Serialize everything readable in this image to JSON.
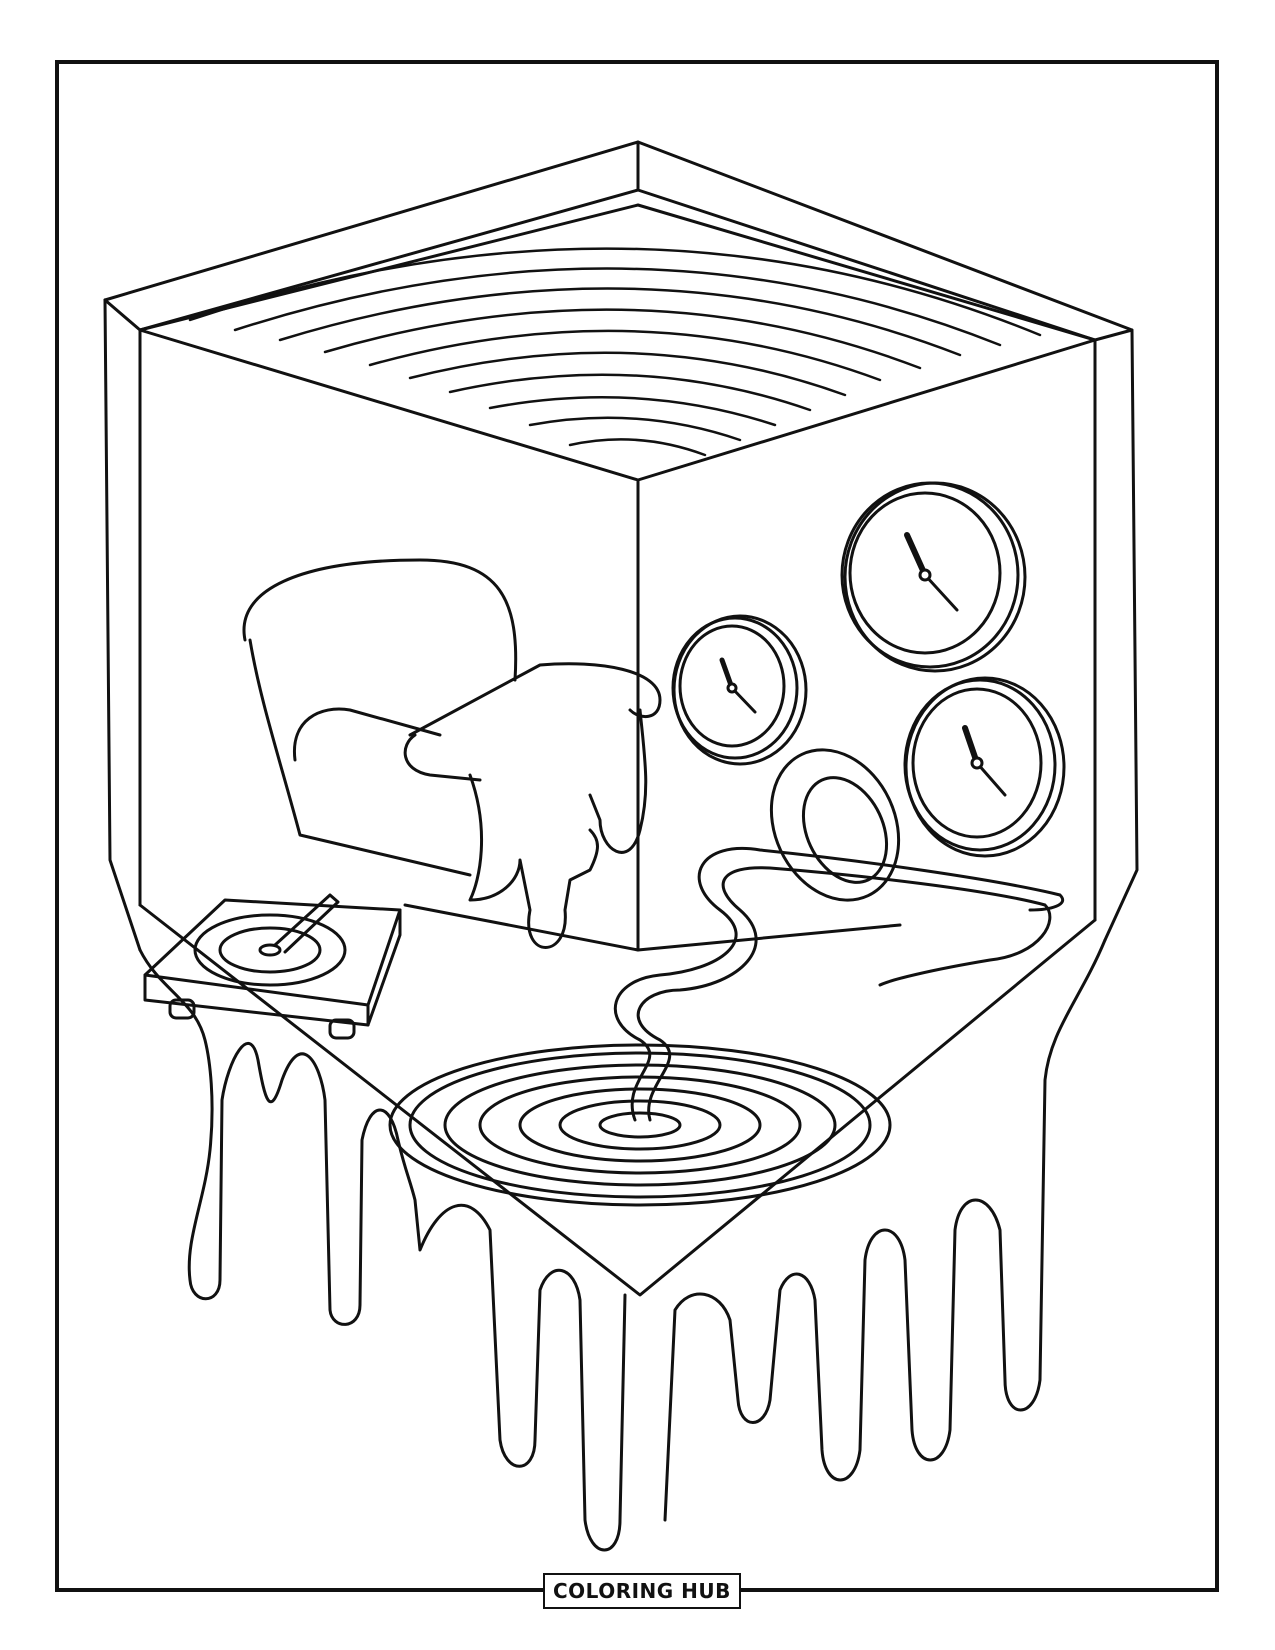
{
  "page": {
    "type": "coloring-page",
    "subject": "surreal melting room",
    "colors": {
      "line": "#111111",
      "background": "#ffffff"
    }
  },
  "brand": {
    "label": "COLORING HUB"
  },
  "scene": {
    "objects": [
      {
        "name": "armchair",
        "state": "melting"
      },
      {
        "name": "record-player",
        "state": "normal"
      },
      {
        "name": "wall-clock",
        "count": 3
      },
      {
        "name": "ring",
        "state": "floating"
      },
      {
        "name": "ribbon",
        "state": "swirling into floor"
      },
      {
        "name": "spiral-rug",
        "rings": 6
      },
      {
        "name": "ceiling",
        "pattern": "concentric arcs"
      },
      {
        "name": "drips",
        "location": "under floor"
      }
    ]
  }
}
